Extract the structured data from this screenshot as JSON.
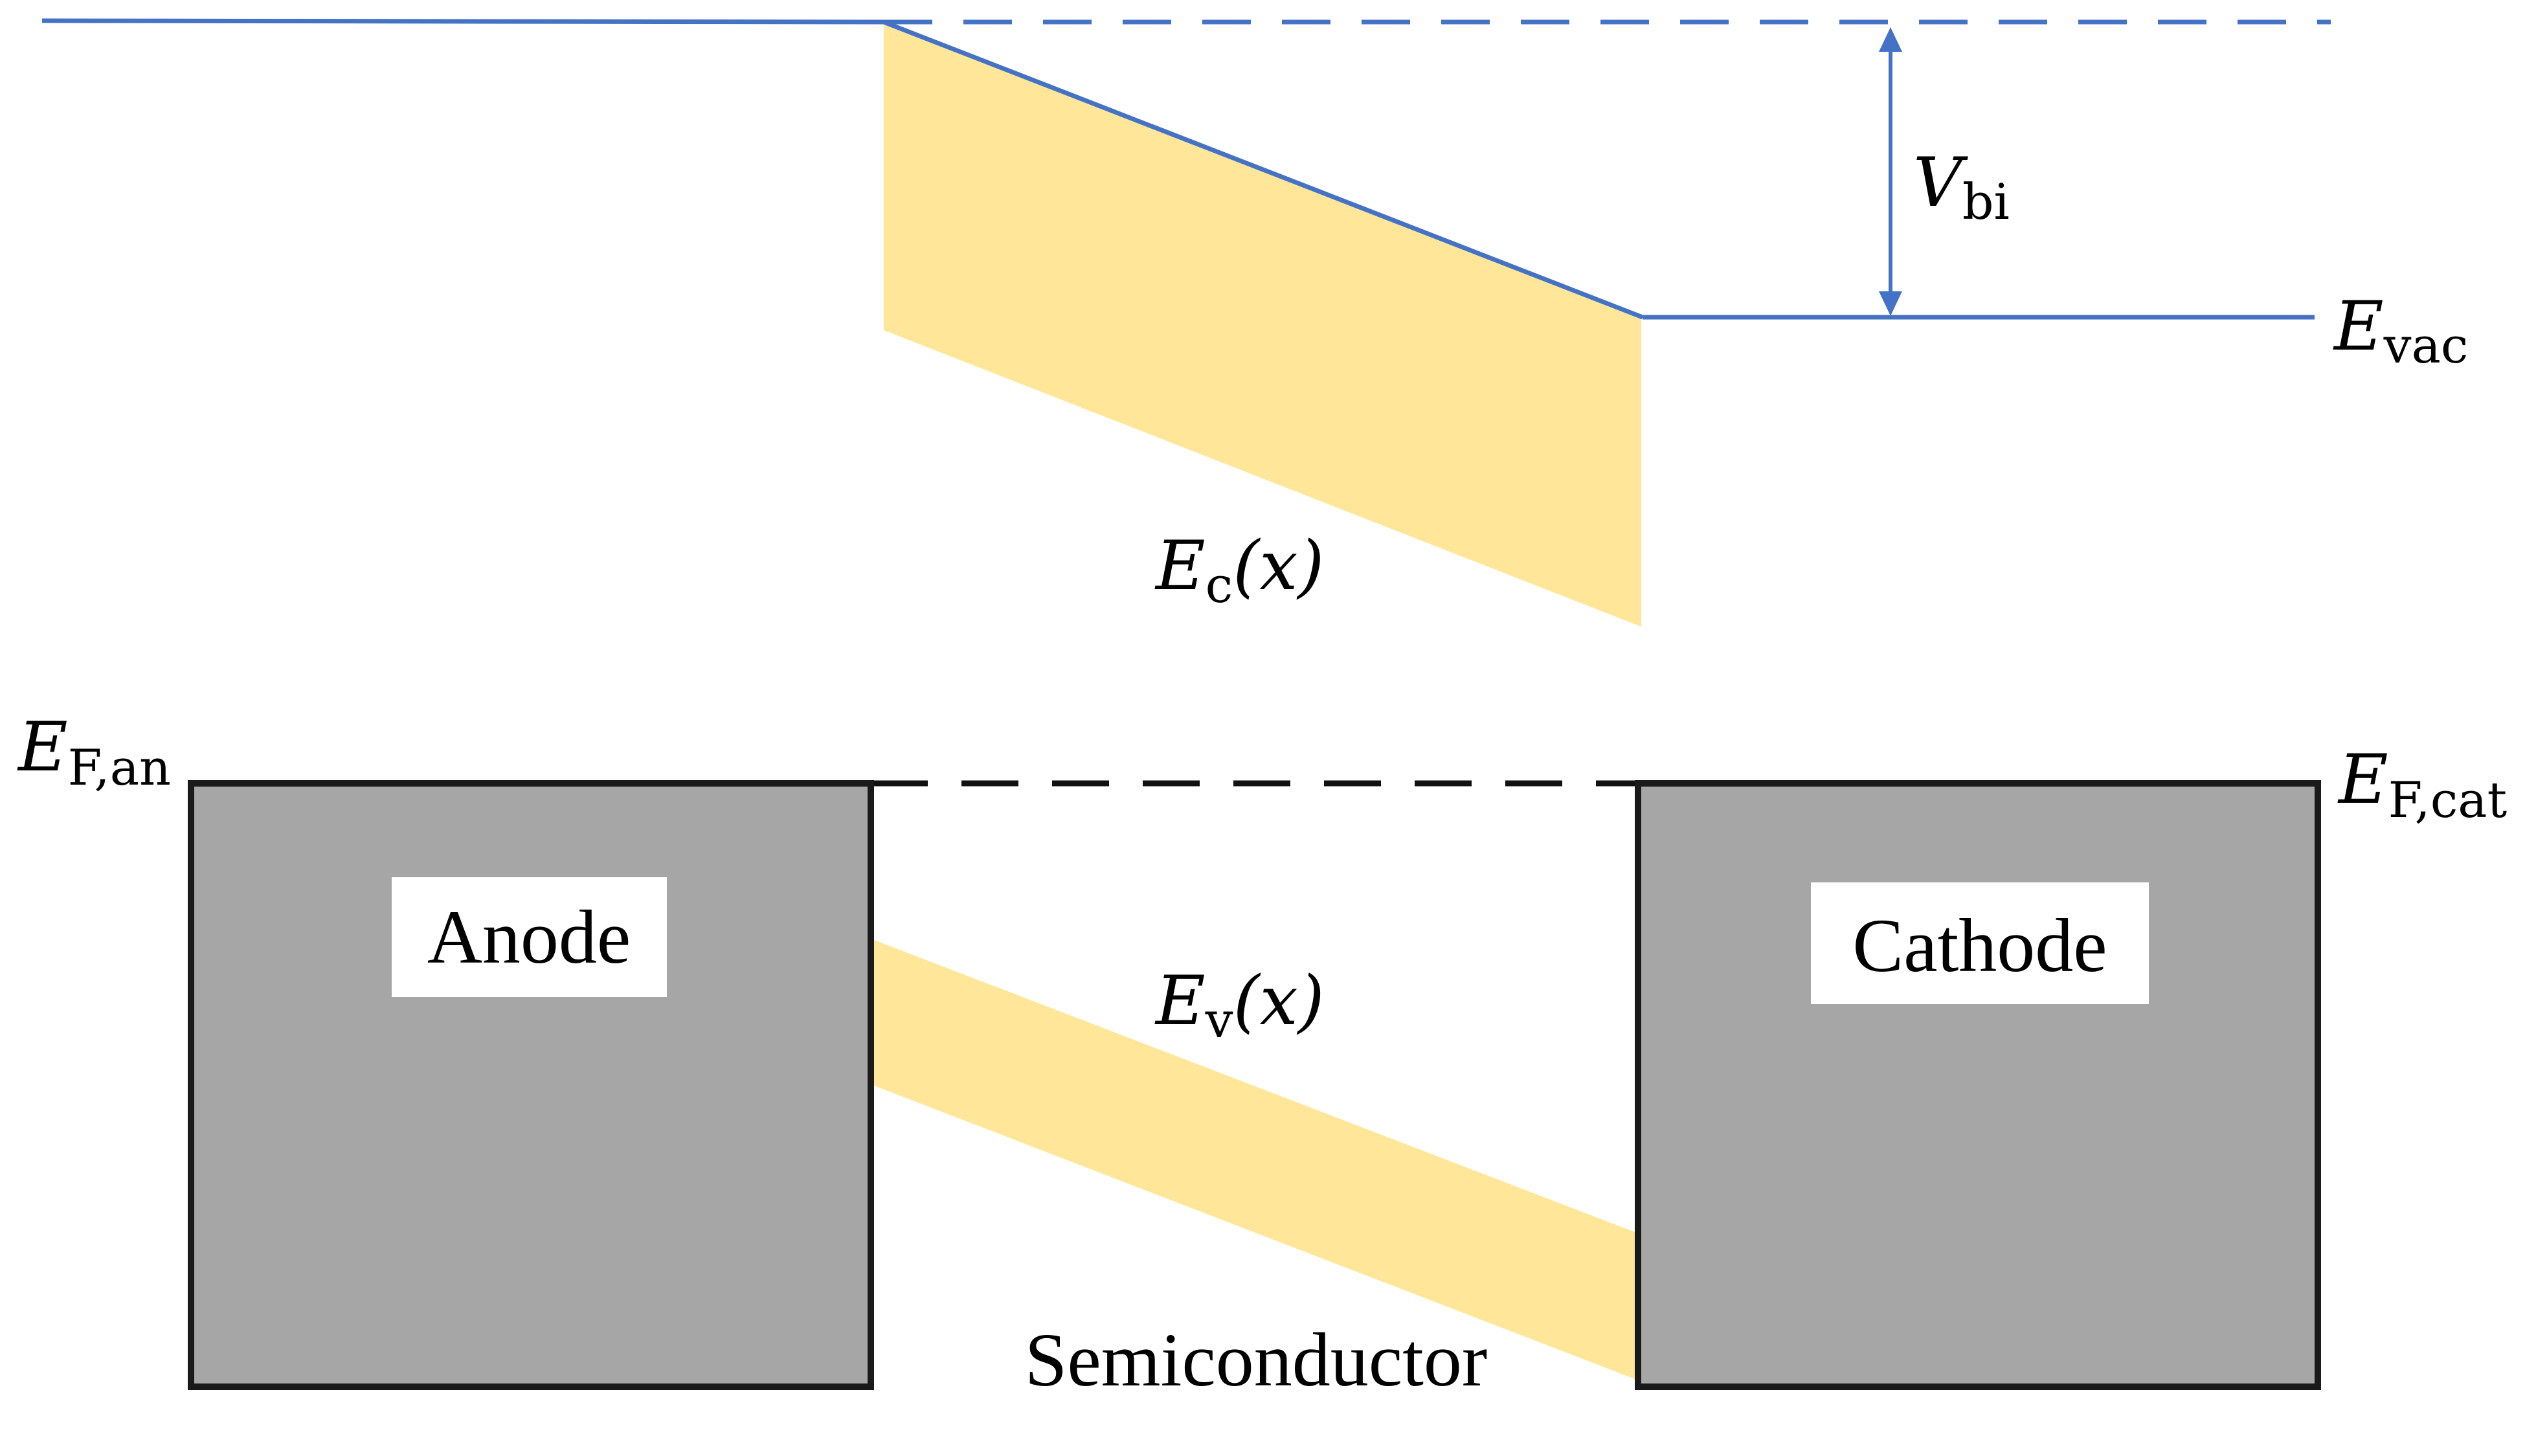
{
  "colors": {
    "vacuum_line": "#4472C4",
    "band": "#FFE699",
    "electrode_fill": "#A6A6A6",
    "electrode_stroke": "#1A1A1A",
    "background": "#FFFFFF"
  },
  "labels": {
    "vbi": {
      "main": "V",
      "sub": "bi"
    },
    "evac": {
      "main": "E",
      "sub": "vac"
    },
    "ec": {
      "main": "E",
      "sub": "c",
      "arg": "(x)"
    },
    "ev": {
      "main": "E",
      "sub": "v",
      "arg": "(x)"
    },
    "ef_an": {
      "main": "E",
      "sub": "F,an"
    },
    "ef_cat": {
      "main": "E",
      "sub": "F,cat"
    },
    "anode": "Anode",
    "cathode": "Cathode",
    "semiconductor": "Semiconductor"
  }
}
